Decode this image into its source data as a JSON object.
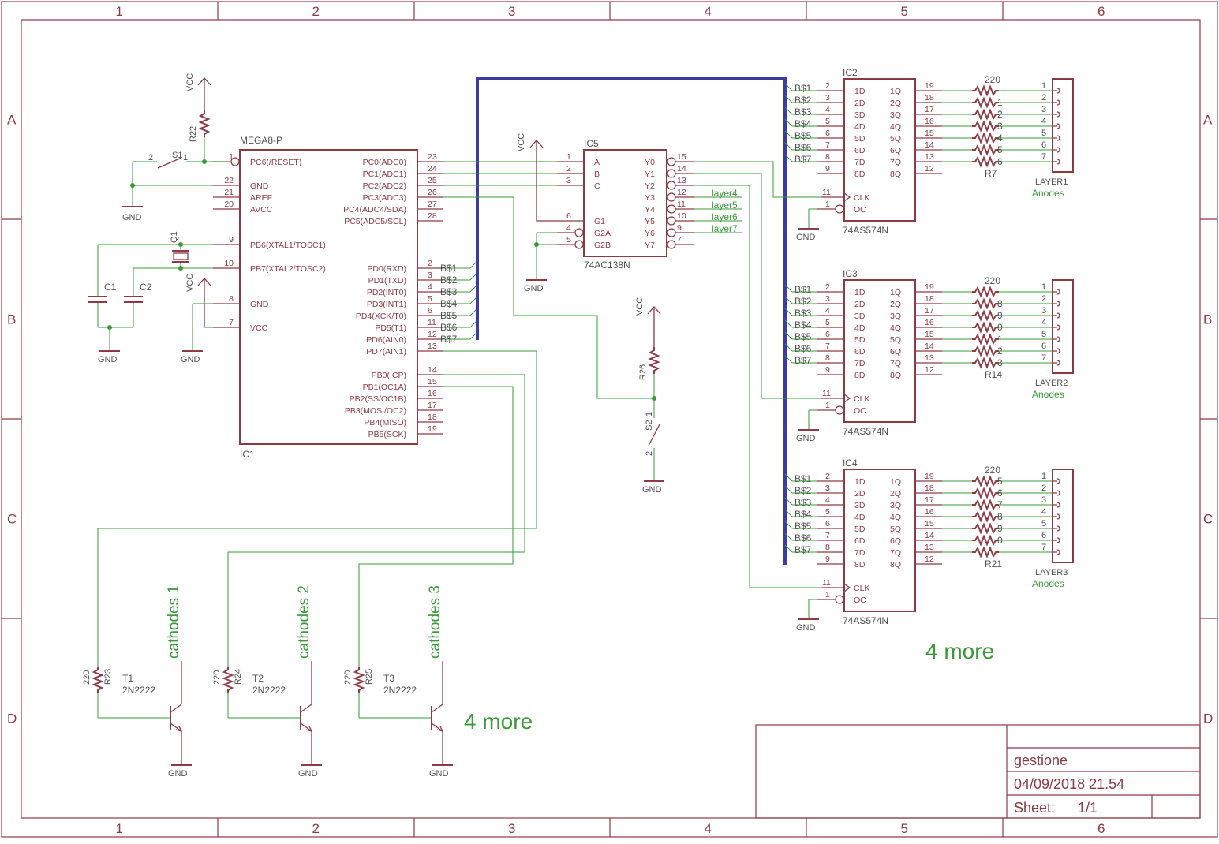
{
  "frame": {
    "columns": [
      "1",
      "2",
      "3",
      "4",
      "5",
      "6"
    ],
    "rows": [
      "A",
      "B",
      "C",
      "D"
    ]
  },
  "title_block": {
    "name": "gestione",
    "date": "04/09/2018 21.54",
    "sheet_label": "Sheet:",
    "sheet_value": "1/1"
  },
  "ic1": {
    "ref": "IC1",
    "value": "MEGA8-P",
    "left_pins": [
      {
        "num": "1",
        "name": "PC6(/RESET)"
      },
      {
        "num": "22",
        "name": "GND"
      },
      {
        "num": "21",
        "name": "AREF"
      },
      {
        "num": "20",
        "name": "AVCC"
      },
      {
        "num": "9",
        "name": "PB6(XTAL1/TOSC1)"
      },
      {
        "num": "10",
        "name": "PB7(XTAL2/TOSC2)"
      },
      {
        "num": "8",
        "name": "GND"
      },
      {
        "num": "7",
        "name": "VCC"
      }
    ],
    "right_pins": [
      {
        "num": "23",
        "name": "PC0(ADC0)"
      },
      {
        "num": "24",
        "name": "PC1(ADC1)"
      },
      {
        "num": "25",
        "name": "PC2(ADC2)"
      },
      {
        "num": "26",
        "name": "PC3(ADC3)"
      },
      {
        "num": "27",
        "name": "PC4(ADC4/SDA)"
      },
      {
        "num": "28",
        "name": "PC5(ADC5/SCL)"
      },
      {
        "num": "2",
        "name": "PD0(RXD)"
      },
      {
        "num": "3",
        "name": "PD1(TXD)"
      },
      {
        "num": "4",
        "name": "PD2(INT0)"
      },
      {
        "num": "5",
        "name": "PD3(INT1)"
      },
      {
        "num": "6",
        "name": "PD4(XCK/T0)"
      },
      {
        "num": "11",
        "name": "PD5(T1)"
      },
      {
        "num": "12",
        "name": "PD6(AIN0)"
      },
      {
        "num": "13",
        "name": "PD7(AIN1)"
      },
      {
        "num": "14",
        "name": "PB0(ICP)"
      },
      {
        "num": "15",
        "name": "PB1(OC1A)"
      },
      {
        "num": "16",
        "name": "PB2(SS/OC1B)"
      },
      {
        "num": "17",
        "name": "PB3(MOSI/OC2)"
      },
      {
        "num": "18",
        "name": "PB4(MISO)"
      },
      {
        "num": "19",
        "name": "PB5(SCK)"
      }
    ]
  },
  "bus_labels": [
    "B$1",
    "B$2",
    "B$3",
    "B$4",
    "B$5",
    "B$6",
    "B$7"
  ],
  "ic5": {
    "ref": "IC5",
    "value": "74AC138N",
    "left_pins": [
      {
        "num": "1",
        "name": "A"
      },
      {
        "num": "2",
        "name": "B"
      },
      {
        "num": "3",
        "name": "C"
      },
      {
        "num": "6",
        "name": "G1"
      },
      {
        "num": "4",
        "name": "G2A"
      },
      {
        "num": "5",
        "name": "G2B"
      }
    ],
    "right_pins": [
      {
        "num": "15",
        "name": "Y0"
      },
      {
        "num": "14",
        "name": "Y1"
      },
      {
        "num": "13",
        "name": "Y2"
      },
      {
        "num": "12",
        "name": "Y3"
      },
      {
        "num": "11",
        "name": "Y4"
      },
      {
        "num": "10",
        "name": "Y5"
      },
      {
        "num": "9",
        "name": "Y6"
      },
      {
        "num": "7",
        "name": "Y7"
      }
    ],
    "net_labels": [
      "layer4",
      "layer5",
      "layer6",
      "layer7"
    ]
  },
  "latches": [
    {
      "ref": "IC2",
      "value": "74AS574N",
      "res": "R7",
      "conn": "LAYER1",
      "anodes": "Anodes",
      "res_value": "220"
    },
    {
      "ref": "IC3",
      "value": "74AS574N",
      "res": "R14",
      "conn": "LAYER2",
      "anodes": "Anodes",
      "res_value": "220"
    },
    {
      "ref": "IC4",
      "value": "74AS574N",
      "res": "R21",
      "conn": "LAYER3",
      "anodes": "Anodes",
      "res_value": "220"
    }
  ],
  "latch_pins": {
    "left": [
      {
        "num": "2",
        "name": "1D"
      },
      {
        "num": "3",
        "name": "2D"
      },
      {
        "num": "4",
        "name": "3D"
      },
      {
        "num": "5",
        "name": "4D"
      },
      {
        "num": "6",
        "name": "5D"
      },
      {
        "num": "7",
        "name": "6D"
      },
      {
        "num": "8",
        "name": "7D"
      },
      {
        "num": "9",
        "name": "8D"
      }
    ],
    "right": [
      {
        "num": "19",
        "name": "1Q"
      },
      {
        "num": "18",
        "name": "2Q"
      },
      {
        "num": "17",
        "name": "3Q"
      },
      {
        "num": "16",
        "name": "4Q"
      },
      {
        "num": "15",
        "name": "5Q"
      },
      {
        "num": "14",
        "name": "6Q"
      },
      {
        "num": "13",
        "name": "7Q"
      },
      {
        "num": "12",
        "name": "8Q"
      }
    ],
    "clk": {
      "num": "11",
      "name": "CLK"
    },
    "oc": {
      "num": "1",
      "name": "OC"
    }
  },
  "conn_pins": [
    "1",
    "2",
    "3",
    "4",
    "5",
    "6",
    "7"
  ],
  "resistor_digits": {
    "IC2": [
      "",
      "1",
      "2",
      "3",
      "4",
      "5",
      "6"
    ],
    "IC3": [
      "",
      "8",
      "9",
      "0",
      "1",
      "2",
      "3"
    ],
    "IC4": [
      "5",
      "6",
      "7",
      "8",
      "9",
      "0",
      ""
    ]
  },
  "transistors": [
    {
      "ref": "T1",
      "value": "2N2222",
      "res": "R23",
      "res_value": "220",
      "cathode": "cathodes 1"
    },
    {
      "ref": "T2",
      "value": "2N2222",
      "res": "R24",
      "res_value": "220",
      "cathode": "cathodes 2"
    },
    {
      "ref": "T3",
      "value": "2N2222",
      "res": "R25",
      "res_value": "220",
      "cathode": "cathodes 3"
    }
  ],
  "misc": {
    "vcc": "VCC",
    "gnd": "GND",
    "s1": "S1",
    "s1_pin2": "2",
    "s1_pin1": "1",
    "s2": "S2",
    "s2_pin1": "1",
    "s2_pin2": "2",
    "r22": "R22",
    "r26": "R26",
    "q1": "Q1",
    "c1": "C1",
    "c2": "C2",
    "more_latches": "4 more",
    "more_transistors": "4 more"
  }
}
